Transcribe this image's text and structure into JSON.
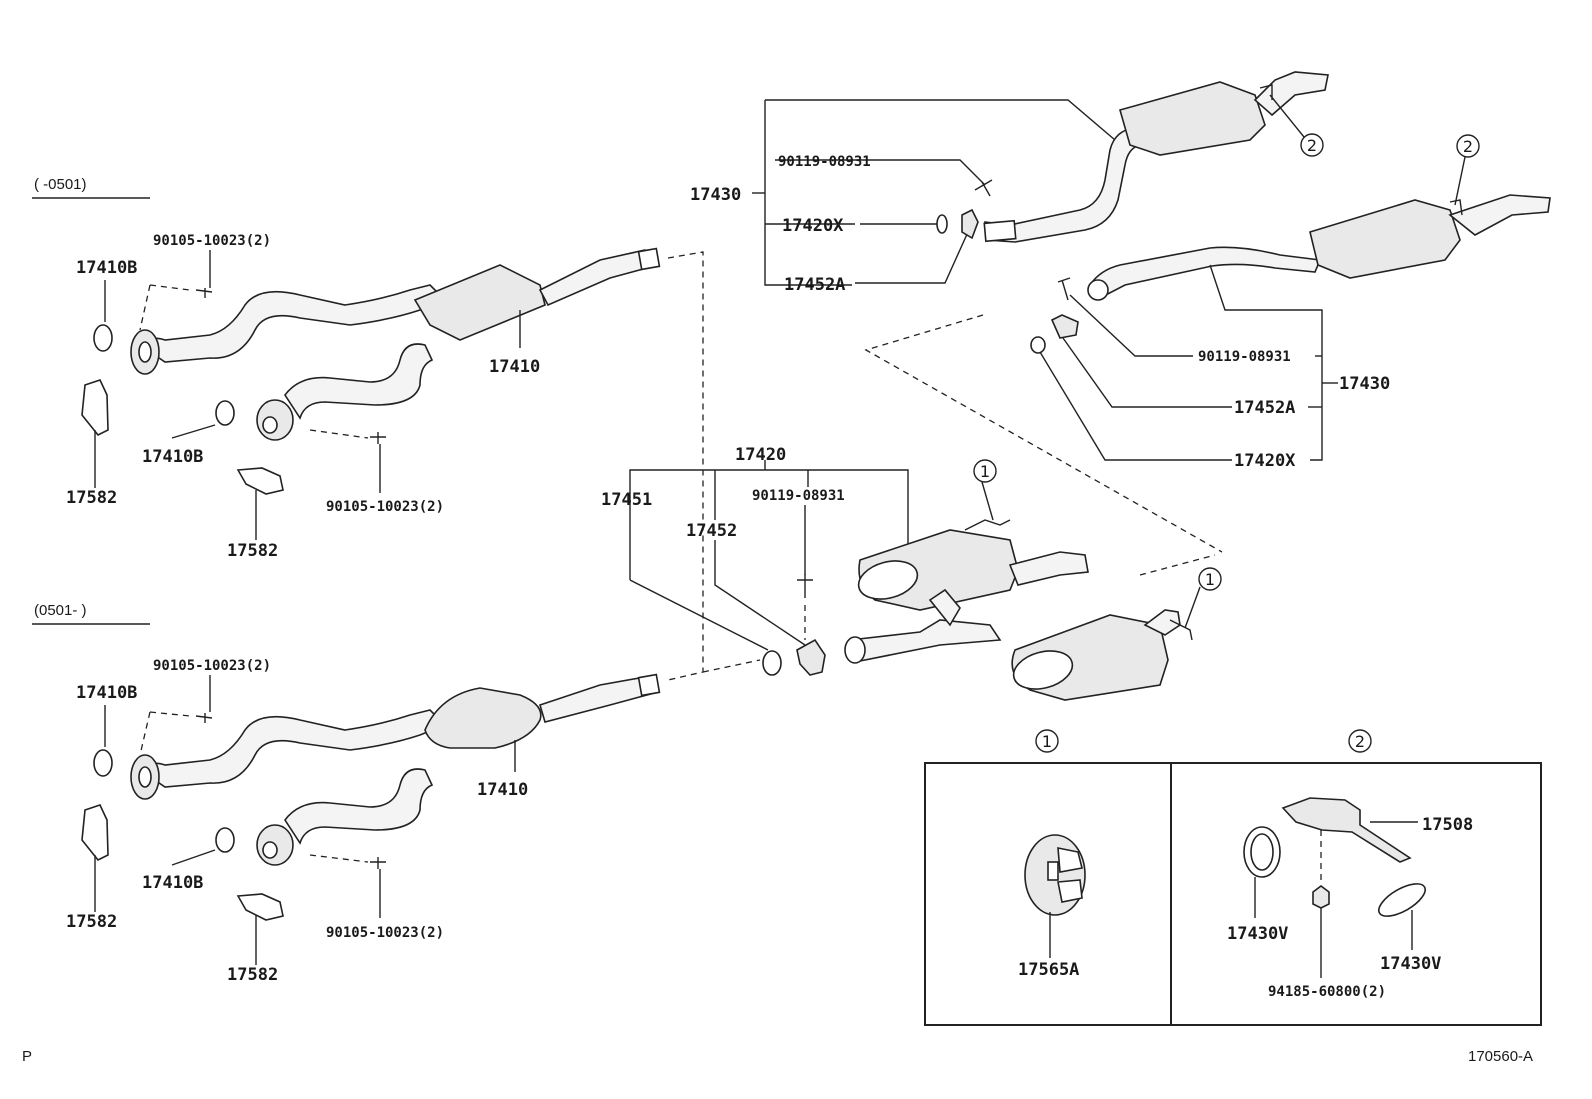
{
  "periods": {
    "upper": "(      -0501)",
    "lower": "(0501-       )"
  },
  "labels": {
    "u_17410B_a": "17410B",
    "u_bolt_a": "90105-10023(2)",
    "u_17410": "17410",
    "u_17410B_b": "17410B",
    "u_17582_a": "17582",
    "u_17582_b": "17582",
    "u_bolt_b": "90105-10023(2)",
    "l_17410B_a": "17410B",
    "l_bolt_a": "90105-10023(2)",
    "l_17410": "17410",
    "l_17410B_b": "17410B",
    "l_17582_a": "17582",
    "l_17582_b": "17582",
    "l_bolt_b": "90105-10023(2)",
    "c_17420": "17420",
    "c_17451": "17451",
    "c_17452": "17452",
    "c_90119": "90119-08931",
    "tl_17430": "17430",
    "tl_90119": "90119-08931",
    "tl_17420X": "17420X",
    "tl_17452A": "17452A",
    "tr_90119": "90119-08931",
    "tr_17430": "17430",
    "tr_17452A": "17452A",
    "tr_17420X": "17420X",
    "box1_17565A": "17565A",
    "box2_17508": "17508",
    "box2_17430V_a": "17430V",
    "box2_17430V_b": "17430V",
    "box2_nut": "94185-60800(2)"
  },
  "circles": {
    "one": "1",
    "two": "2"
  },
  "footer": {
    "left": "P",
    "right": "170560-A"
  }
}
